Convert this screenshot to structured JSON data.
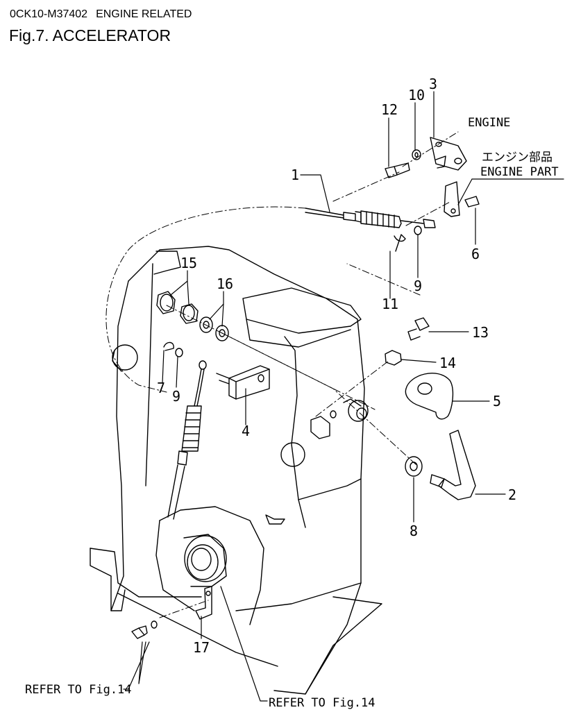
{
  "header": {
    "code": "0CK10-M37402",
    "section": "ENGINE RELATED",
    "title": "Fig.7.  ACCELERATOR"
  },
  "labels": {
    "engine": "ENGINE",
    "engine_part_jp": "エンジン部品",
    "engine_part": "ENGINE PART",
    "refer_left": "REFER TO Fig.14",
    "refer_bottom": "REFER TO Fig.14"
  },
  "parts": [
    {
      "no": "1"
    },
    {
      "no": "2"
    },
    {
      "no": "3"
    },
    {
      "no": "4"
    },
    {
      "no": "5"
    },
    {
      "no": "6"
    },
    {
      "no": "7"
    },
    {
      "no": "8"
    },
    {
      "no": "9"
    },
    {
      "no": "10"
    },
    {
      "no": "11"
    },
    {
      "no": "12"
    },
    {
      "no": "13"
    },
    {
      "no": "14"
    },
    {
      "no": "15"
    },
    {
      "no": "16"
    },
    {
      "no": "17"
    }
  ],
  "repeat_labels": {
    "nine_b": "9"
  }
}
